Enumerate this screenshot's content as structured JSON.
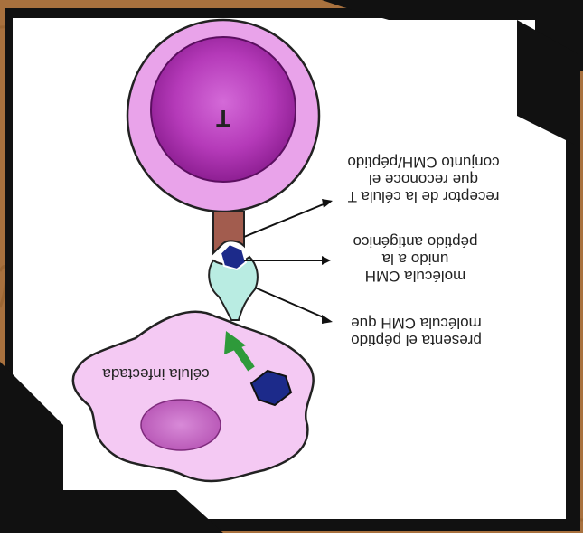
{
  "diagram": {
    "cell_t_label": "T",
    "infected_cell_label": "célula infectada",
    "labels": {
      "tcr": [
        "receptor de la célula T",
        "que reconoce el",
        "conjunto CMH/péptido"
      ],
      "mhc_peptide": [
        "molécula CMH",
        "unido a la",
        "péptido antigénico"
      ],
      "mhc_presenting": [
        "presenta el péptido",
        "molécula CMH que"
      ]
    }
  },
  "colors": {
    "wood": "#a8713e",
    "frame": "#111111",
    "paper": "#ffffff",
    "t_cell_outer": "#e9a3ea",
    "t_cell_inner": "#a32aa8",
    "infected_cell": "#f4c9f3",
    "nucleus": "#c868c6",
    "tcr_stem": "#a25c4e",
    "mhc": "#b9ece2",
    "peptide": "#1c2a8a",
    "arrow": "#2e9a3a"
  }
}
